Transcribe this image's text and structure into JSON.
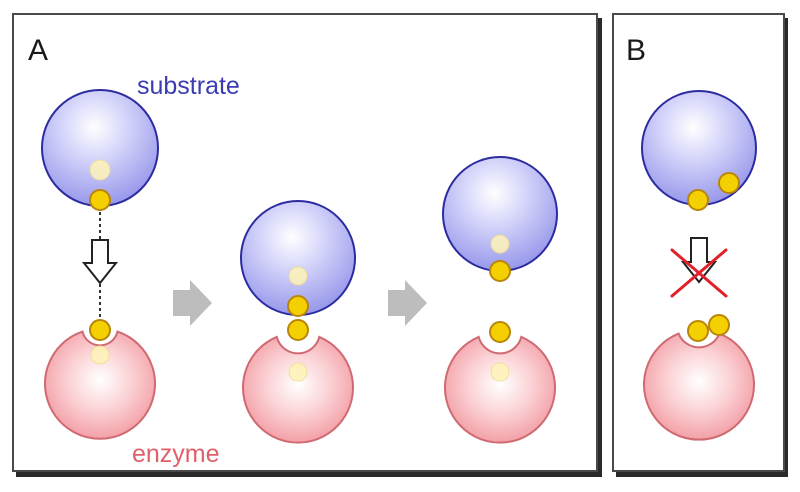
{
  "panels": [
    {
      "letter": "A"
    },
    {
      "letter": "B"
    }
  ],
  "labels": {
    "substrate": "substrate",
    "enzyme": "enzyme"
  },
  "colors": {
    "substrate_stroke": "#2c2ca0",
    "substrate_fill": "#a9a9f0",
    "enzyme_stroke": "#d06a72",
    "enzyme_fill": "#f29aa2",
    "binding_site": "#f5d000",
    "cross": "#e0202a",
    "step_arrow": "#bdbdbd"
  }
}
